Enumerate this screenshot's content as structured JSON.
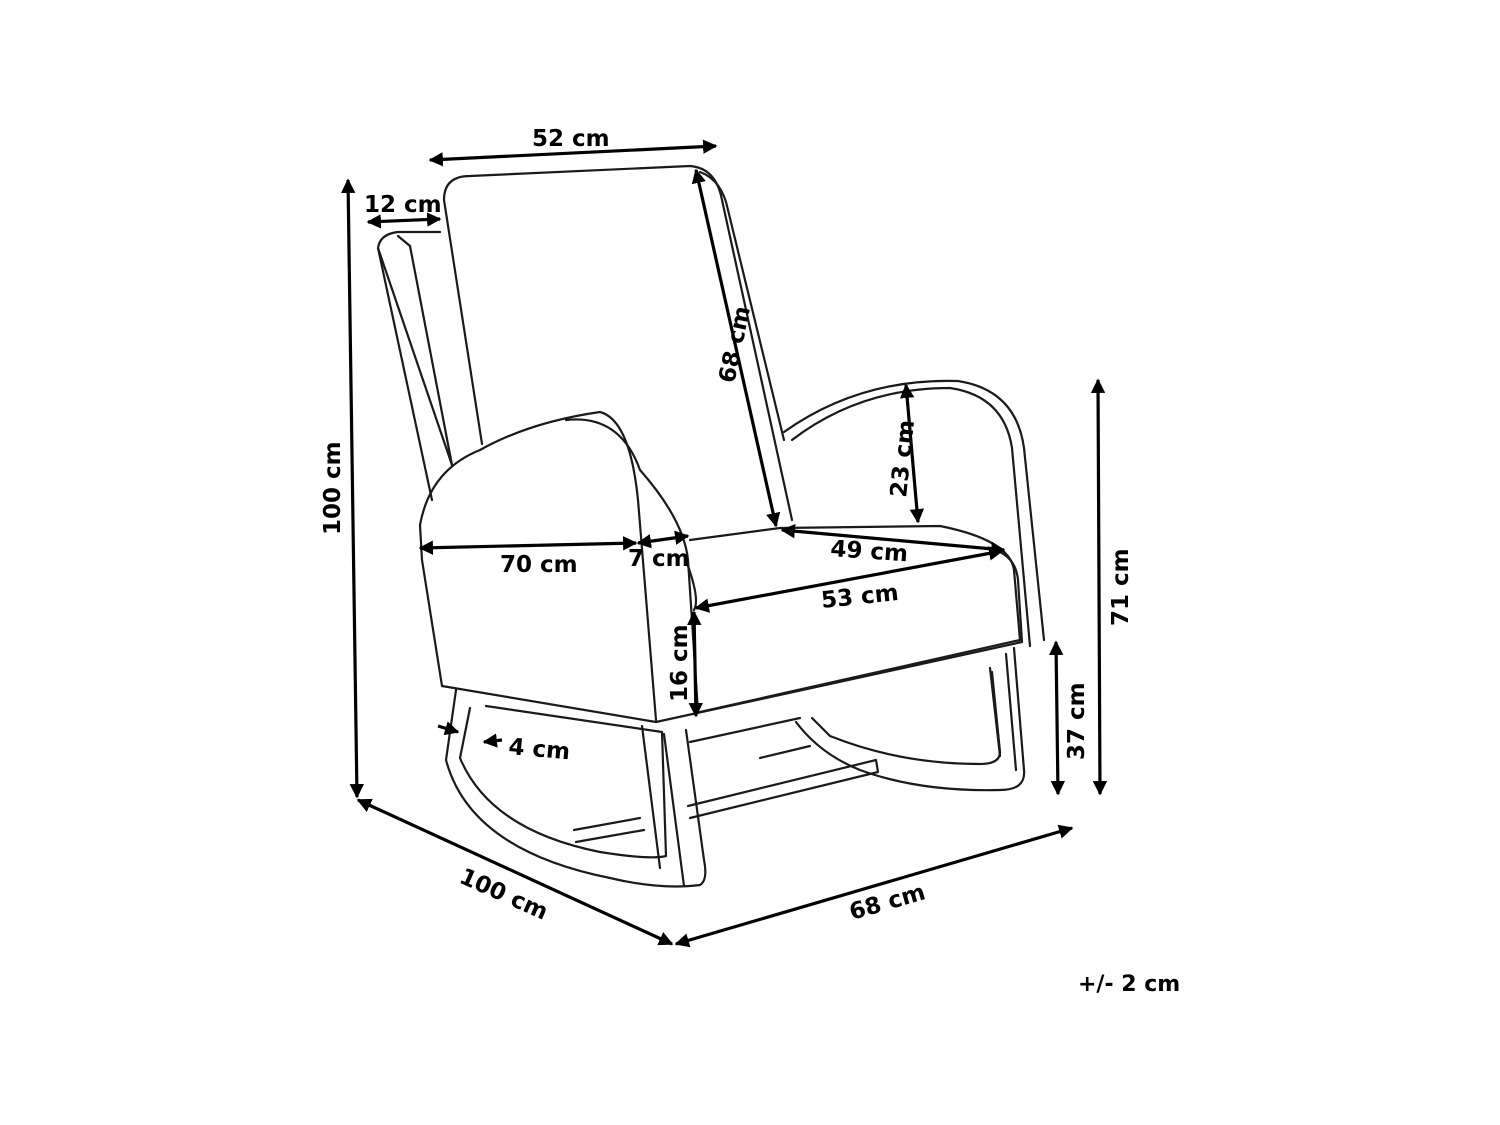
{
  "colors": {
    "outline": "#1a1a1a",
    "dimension": "#000000",
    "background": "#ffffff"
  },
  "dimensions": {
    "back_width": "52 cm",
    "armrest_top_width": "12 cm",
    "overall_height": "100 cm",
    "backrest_height": "68 cm",
    "armrest_height": "23 cm",
    "armrest_length": "70 cm",
    "armrest_thickness": "7 cm",
    "seat_depth": "49 cm",
    "seat_width": "53 cm",
    "seat_cushion_height": "16 cm",
    "rocker_thickness": "4 cm",
    "armrest_floor_height": "71 cm",
    "seat_floor_height": "37 cm",
    "overall_depth": "100 cm",
    "overall_width": "68 cm"
  },
  "tolerance": "+/- 2 cm"
}
